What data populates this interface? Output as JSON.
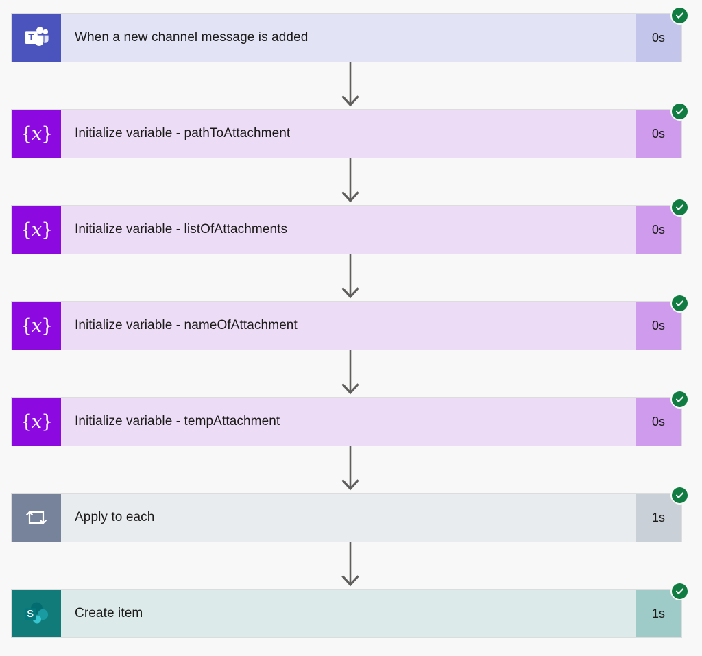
{
  "page": {
    "background": "#f8f8f8",
    "status_color": "#107c41"
  },
  "flow": {
    "steps": [
      {
        "title": "When a new channel message is added",
        "duration": "0s",
        "status": "succeeded",
        "icon": "microsoft-teams-icon",
        "icon_bg": "#4b53bc",
        "body_bg": "#e2e3f5",
        "duration_bg": "#c3c5ea"
      },
      {
        "title": "Initialize variable - pathToAttachment",
        "duration": "0s",
        "status": "succeeded",
        "icon": "variable-icon",
        "icon_bg": "#8c0ae0",
        "body_bg": "#eddcf6",
        "duration_bg": "#ce9bed"
      },
      {
        "title": "Initialize variable - listOfAttachments",
        "duration": "0s",
        "status": "succeeded",
        "icon": "variable-icon",
        "icon_bg": "#8c0ae0",
        "body_bg": "#eddcf6",
        "duration_bg": "#ce9bed"
      },
      {
        "title": "Initialize variable - nameOfAttachment",
        "duration": "0s",
        "status": "succeeded",
        "icon": "variable-icon",
        "icon_bg": "#8c0ae0",
        "body_bg": "#eddcf6",
        "duration_bg": "#ce9bed"
      },
      {
        "title": "Initialize variable - tempAttachment",
        "duration": "0s",
        "status": "succeeded",
        "icon": "variable-icon",
        "icon_bg": "#8c0ae0",
        "body_bg": "#eddcf6",
        "duration_bg": "#ce9bed"
      },
      {
        "title": "Apply to each",
        "duration": "1s",
        "status": "succeeded",
        "icon": "loop-icon",
        "icon_bg": "#77839a",
        "body_bg": "#e9ecef",
        "duration_bg": "#c9d0d7"
      },
      {
        "title": "Create item",
        "duration": "1s",
        "status": "succeeded",
        "icon": "sharepoint-icon",
        "icon_bg": "#117b79",
        "body_bg": "#dceae9",
        "duration_bg": "#9ecac8"
      }
    ],
    "connector_count": 6
  }
}
